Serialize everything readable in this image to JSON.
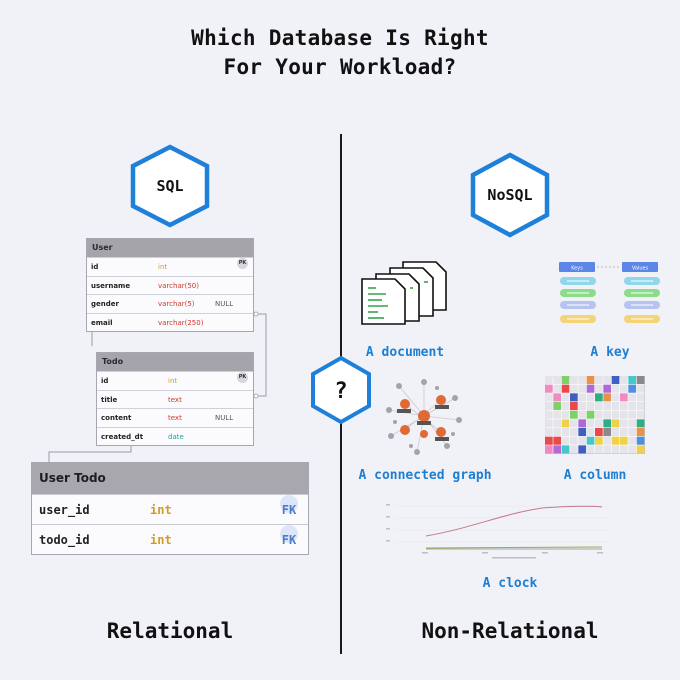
{
  "title": {
    "line1": "Which Database Is Right",
    "line2": "For Your Workload?"
  },
  "sql_label": "SQL",
  "nosql_label": "NoSQL",
  "question_mark": "?",
  "left_footer": "Relational",
  "right_footer": "Non-Relational",
  "colors": {
    "hex_border": "#1e80d8",
    "caption": "#1e7fd2",
    "type_int": "#d59b21",
    "type_varchar": "#d0362b",
    "type_date": "#26a2a1"
  },
  "tables": {
    "user": {
      "name": "User",
      "rows": [
        {
          "col": "id",
          "type": "int",
          "null": "",
          "badge": "PK"
        },
        {
          "col": "username",
          "type": "varchar(50)",
          "null": "",
          "badge": ""
        },
        {
          "col": "gender",
          "type": "varchar(5)",
          "null": "NULL",
          "badge": ""
        },
        {
          "col": "email",
          "type": "varchar(250)",
          "null": "",
          "badge": ""
        }
      ]
    },
    "todo": {
      "name": "Todo",
      "rows": [
        {
          "col": "id",
          "type": "int",
          "null": "",
          "badge": "PK"
        },
        {
          "col": "title",
          "type": "text",
          "null": "",
          "badge": ""
        },
        {
          "col": "content",
          "type": "text",
          "null": "NULL",
          "badge": ""
        },
        {
          "col": "created_dt",
          "type": "date",
          "null": "",
          "badge": ""
        }
      ]
    },
    "user_todo": {
      "name": "User Todo",
      "rows": [
        {
          "col": "user_id",
          "type": "int",
          "badge": "FK"
        },
        {
          "col": "todo_id",
          "type": "int",
          "badge": "FK"
        }
      ]
    }
  },
  "nosql_items": {
    "document": "A document",
    "key": "A key",
    "graph": "A connected graph",
    "column": "A column",
    "clock": "A clock",
    "kv_keys_header": "Keys",
    "kv_values_header": "Values"
  }
}
